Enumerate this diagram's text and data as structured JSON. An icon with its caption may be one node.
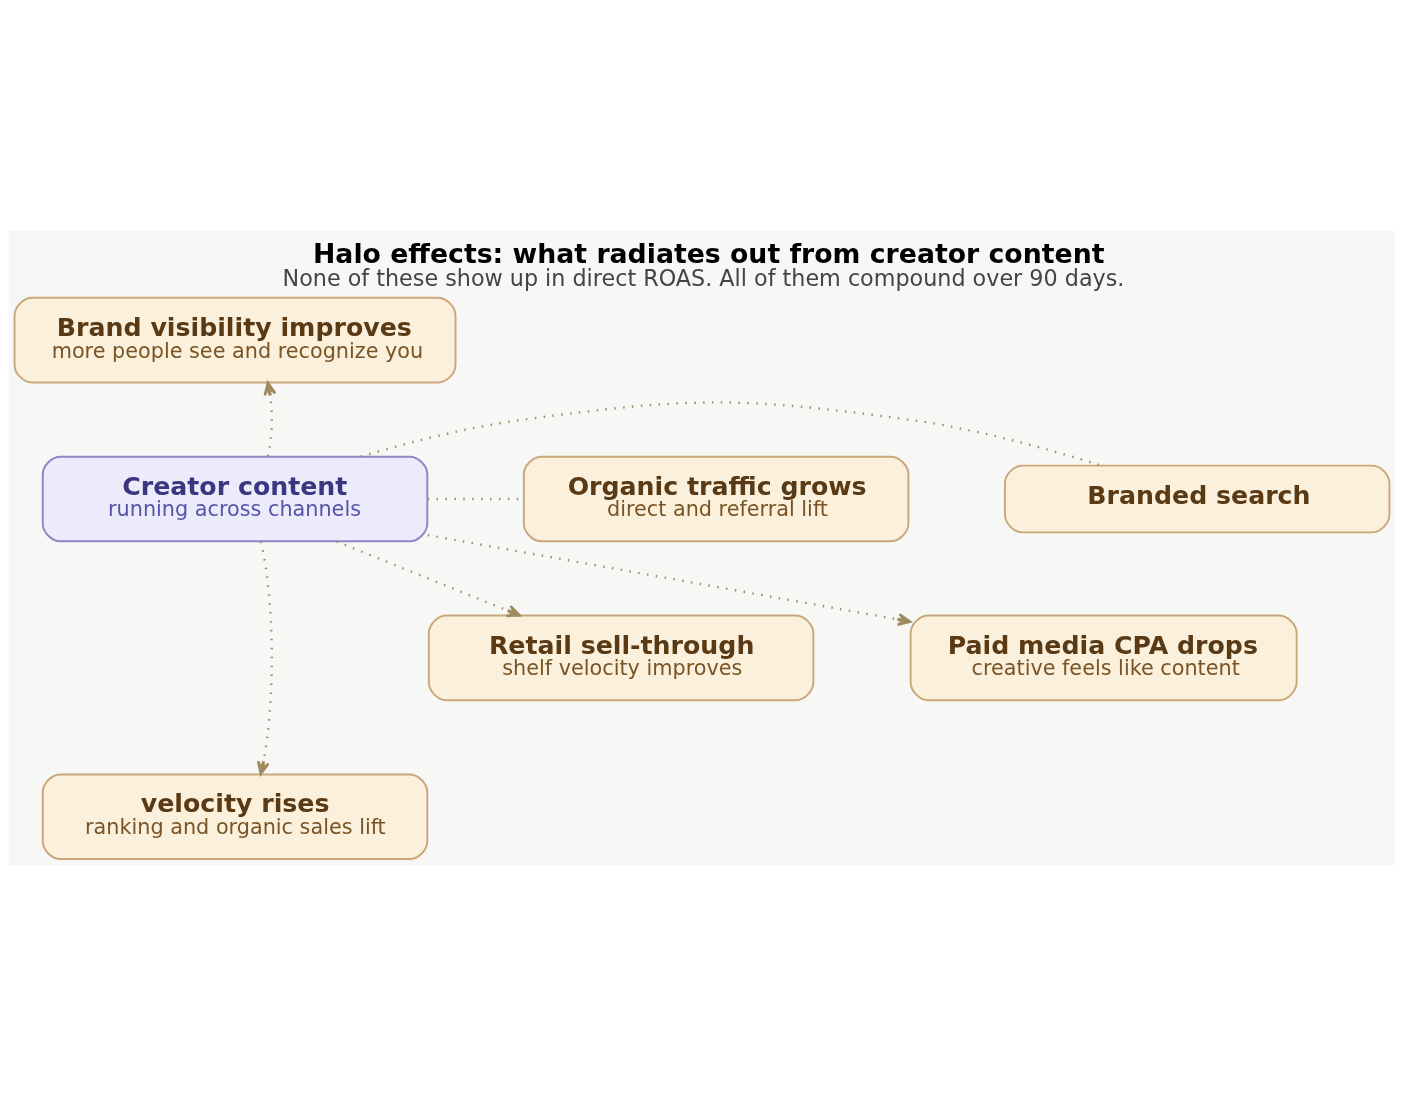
{
  "diagram": {
    "title": "Halo effects: what radiates out from creator content",
    "caption": "None of these show up in direct ROAS. All of them compound over 90 days.",
    "nodes": [
      {
        "text": [
          "Brand visibility improves",
          "more people see and recognize you"
        ]
      },
      {
        "text": [
          "Organic traffic grows",
          "direct and referral lift"
        ]
      },
      {
        "text": [
          "Branded search"
        ]
      },
      {
        "text": [
          "Creator content",
          "running across channels"
        ]
      },
      {
        "text": [
          "Retail sell-through",
          "shelf velocity improves"
        ]
      },
      {
        "text": [
          "Paid media CPA drops",
          "creative feels like content"
        ]
      },
      {
        "text": [
          "velocity rises",
          "ranking and organic sales lift"
        ]
      }
    ],
    "edges": [
      {
        "from": 3,
        "to": 0,
        "arrow": "to"
      },
      {
        "from": 3,
        "to": 1,
        "arrow": "none"
      },
      {
        "from": 3,
        "to": 2,
        "arrow": "none"
      },
      {
        "from": 3,
        "to": 4,
        "arrow": "to"
      },
      {
        "from": 3,
        "to": 5,
        "arrow": "to"
      },
      {
        "from": 3,
        "to": 6,
        "arrow": "to"
      }
    ]
  }
}
